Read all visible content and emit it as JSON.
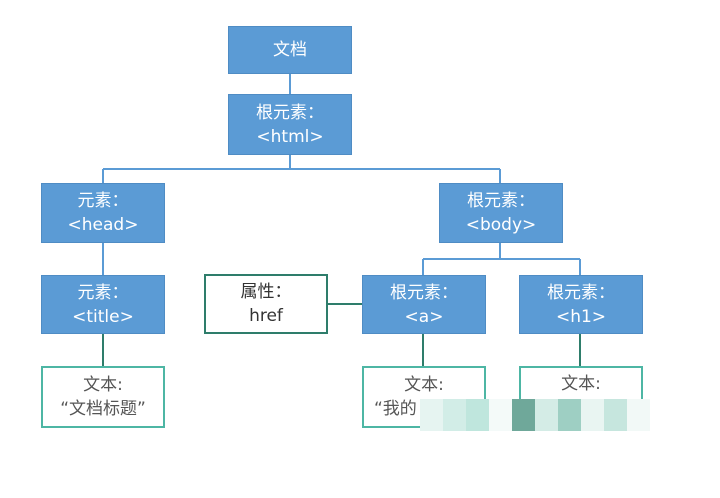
{
  "colors": {
    "element_fill": "#5b9bd5",
    "connector": "#5b9bd5",
    "attribute_border": "#2e7d6b",
    "text_border": "#4db6a4",
    "connector_attr": "#2e7d6b",
    "connector_text": "#2e7d6b"
  },
  "nodes": {
    "document": {
      "line1": "文档"
    },
    "root_html": {
      "line1": "根元素：",
      "line2": "<html>"
    },
    "head": {
      "line1": "元素：",
      "line2": "<head>"
    },
    "body": {
      "line1": "根元素：",
      "line2": "<body>"
    },
    "title": {
      "line1": "元素：",
      "line2": "<title>"
    },
    "attribute": {
      "line1": "属性：",
      "line2": "href"
    },
    "a": {
      "line1": "根元素：",
      "line2": "<a>"
    },
    "h1": {
      "line1": "根元素：",
      "line2": "<h1>"
    },
    "text_title": {
      "line1": "文本:",
      "line2": "“文档标题”"
    },
    "text_a": {
      "line1": "文本:",
      "line2": "“我的"
    },
    "text_h1": {
      "line1": "文本:",
      "line2": ""
    }
  }
}
